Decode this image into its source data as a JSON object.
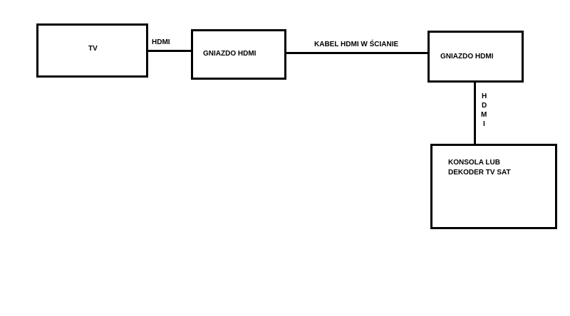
{
  "diagram": {
    "nodes": {
      "tv": {
        "label": "TV"
      },
      "hdmi_socket_left": {
        "label": "GNIAZDO HDMI"
      },
      "hdmi_socket_right": {
        "label": "GNIAZDO HDMI"
      },
      "console": {
        "line1": "KONSOLA LUB",
        "line2": "DEKODER TV SAT"
      }
    },
    "connections": {
      "tv_to_socket": {
        "label": "HDMI"
      },
      "wall_cable": {
        "label": "KABEL HDMI W ŚCIANIE"
      },
      "socket_to_console": {
        "letters": [
          "H",
          "D",
          "M",
          "I"
        ]
      }
    },
    "colors": {
      "stroke": "#000000",
      "background": "#ffffff"
    }
  }
}
